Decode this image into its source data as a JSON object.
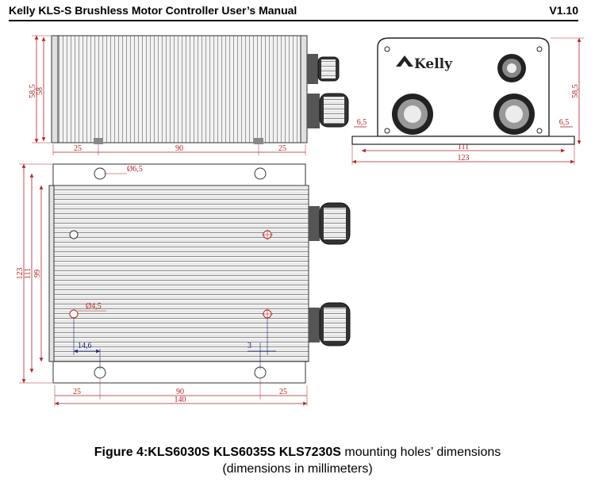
{
  "header": {
    "title": "Kelly KLS-S Brushless Motor Controller User’s Manual",
    "version": "V1.10"
  },
  "drawing": {
    "side_view": {
      "height_outer": "58,5",
      "height_inner": "58",
      "dim_left": "25",
      "dim_mid": "90",
      "dim_right": "25"
    },
    "end_view": {
      "logo": "Kelly",
      "height": "58,5",
      "flange_left": "6,5",
      "flange_right": "6,5",
      "hole_span": "111",
      "overall_width": "123"
    },
    "top_view": {
      "hole_large": "Ø6,5",
      "hole_small": "Ø4,5",
      "height_123": "123",
      "height_111": "111",
      "height_99": "99",
      "offset_left": "14,6",
      "offset_right": "3",
      "dim_left": "25",
      "dim_mid": "90",
      "dim_right": "25",
      "overall_length": "140"
    }
  },
  "caption": {
    "line1_bold": "Figure 4:KLS6030S KLS6035S KLS7230S",
    "line1_rest": " mounting holes’ dimensions",
    "line2": "(dimensions in millimeters)"
  }
}
